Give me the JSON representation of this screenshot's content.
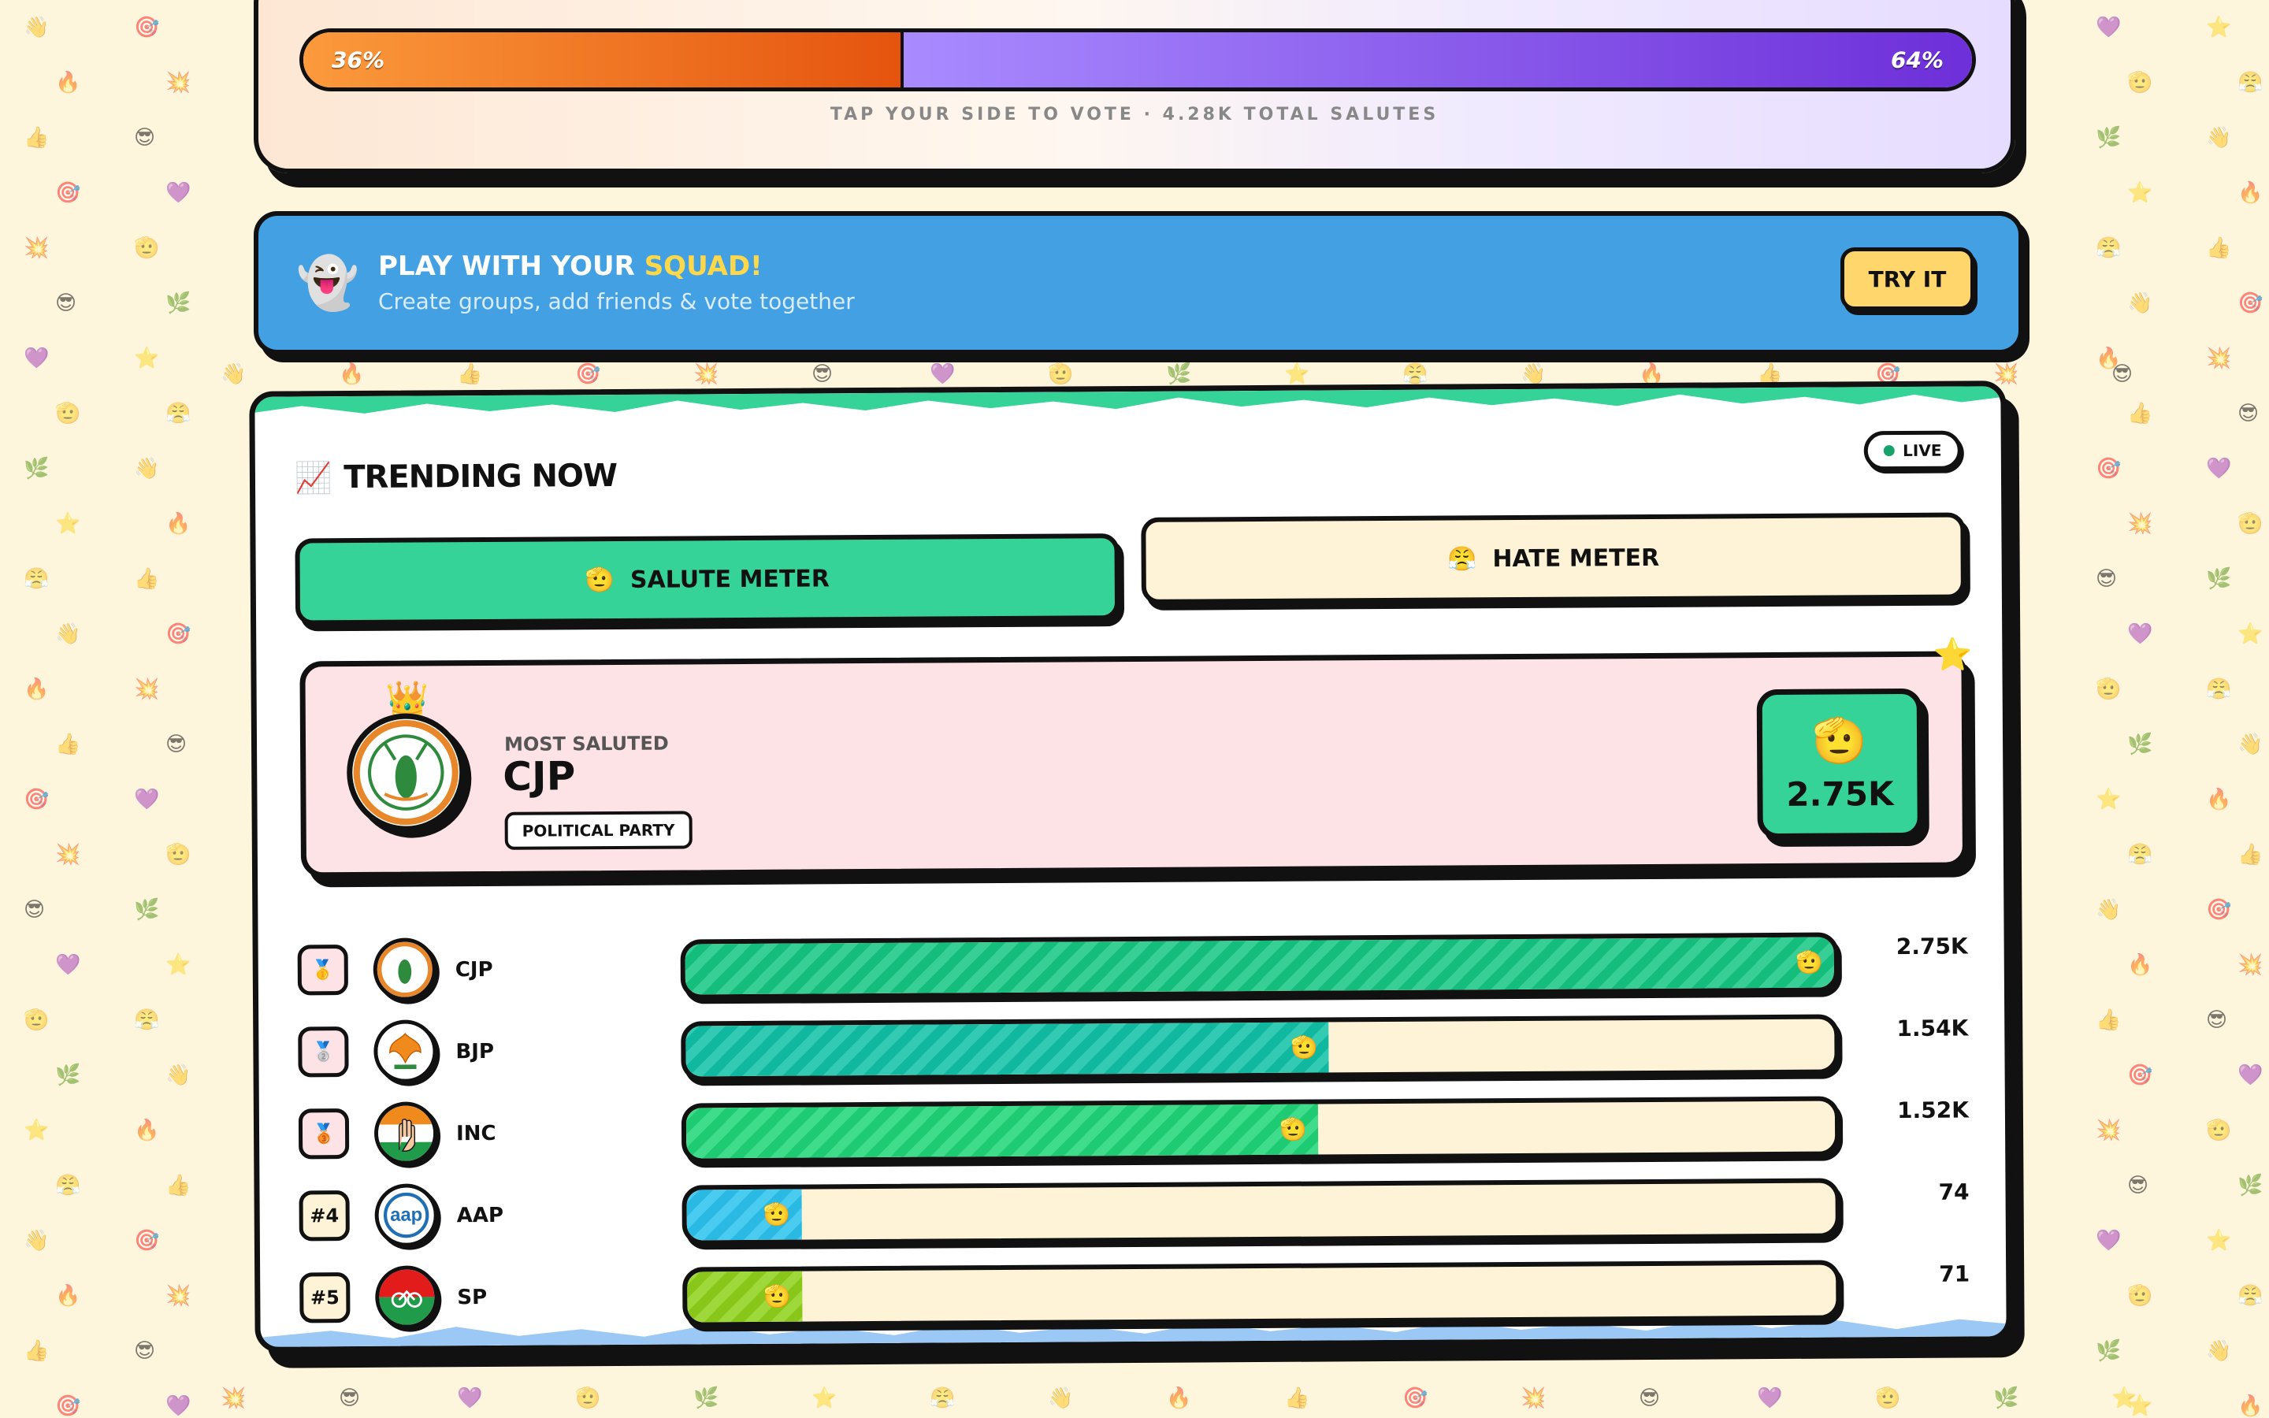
{
  "background_emojis": [
    "👋",
    "🔥",
    "👍",
    "🎯",
    "💥",
    "😎",
    "💜",
    "🫡",
    "🌿",
    "⭐",
    "😤"
  ],
  "vote": {
    "left_pct": 36,
    "right_pct": 64,
    "left_label": "36%",
    "right_label": "64%",
    "hint": "TAP YOUR SIDE TO VOTE · 4.28K TOTAL SALUTES",
    "colors": {
      "left": "#f07a25",
      "right": "#8b5cf6"
    }
  },
  "squad": {
    "icon": "ghost-icon",
    "emoji": "👻",
    "title_prefix": "PLAY WITH YOUR",
    "title_highlight": "SQUAD!",
    "subtitle": "Create groups, add friends & vote together",
    "cta": "TRY IT"
  },
  "trending": {
    "title": "TRENDING NOW",
    "title_emoji": "📈",
    "live_label": "LIVE",
    "tabs": [
      {
        "label": "SALUTE METER",
        "emoji": "🫡",
        "active": true
      },
      {
        "label": "HATE METER",
        "emoji": "😤",
        "active": false
      }
    ],
    "hero": {
      "label": "MOST SALUTED",
      "name": "CJP",
      "tag": "POLITICAL PARTY",
      "score": "2.75K",
      "emoji": "🫡",
      "crown": "👑",
      "star": "⭐"
    },
    "rows": [
      {
        "rank": "🥇",
        "medal": true,
        "name": "CJP",
        "count": "2.75K",
        "fraction": 1.0,
        "color": "#16c784"
      },
      {
        "rank": "🥈",
        "medal": true,
        "name": "BJP",
        "count": "1.54K",
        "fraction": 0.56,
        "color": "#12c2a8"
      },
      {
        "rank": "🥉",
        "medal": true,
        "name": "INC",
        "count": "1.52K",
        "fraction": 0.55,
        "color": "#1fd678"
      },
      {
        "rank": "#4",
        "medal": false,
        "name": "AAP",
        "count": "74",
        "fraction": 0.1,
        "color": "#2cc3ee"
      },
      {
        "rank": "#5",
        "medal": false,
        "name": "SP",
        "count": "71",
        "fraction": 0.1,
        "color": "#8fd21a"
      }
    ],
    "bar_emoji": "🫡"
  },
  "colors": {
    "page_bg": "#fdf5dc",
    "squad_bg": "#43a0e3",
    "salute_green": "#36d399",
    "hero_pink": "#fde2e6",
    "cta_yellow": "#ffd66b"
  }
}
